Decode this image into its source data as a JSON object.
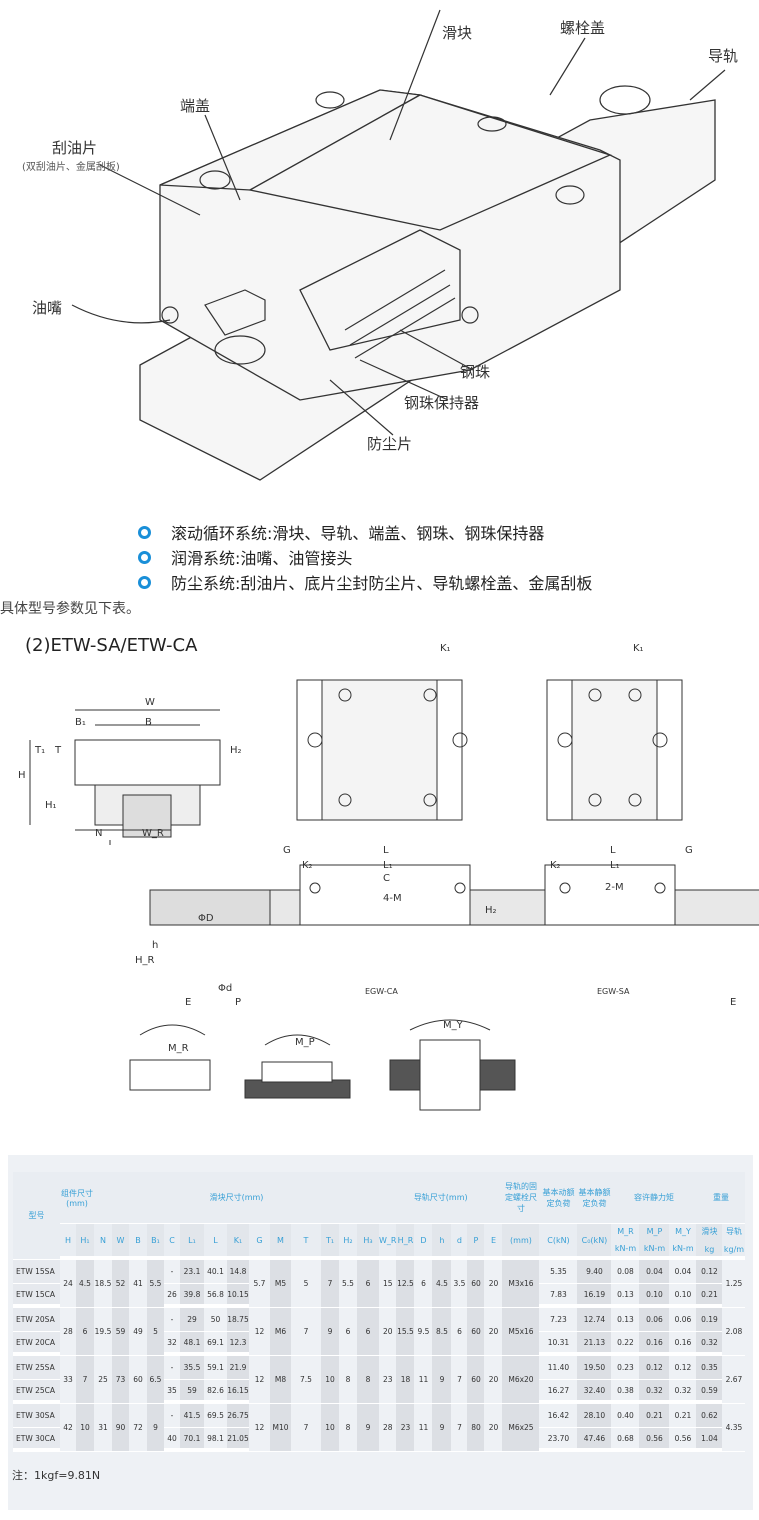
{
  "illustration": {
    "labels": {
      "slider": "滑块",
      "bolt_cap": "螺栓盖",
      "rail": "导轨",
      "end_cap": "端盖",
      "scraper": "刮油片",
      "scraper_note": "(双刮油片、金属刮板)",
      "grease_nipple": "油嘴",
      "balls": "钢珠",
      "ball_retainer": "钢珠保持器",
      "dust_seal": "防尘片"
    }
  },
  "bullets": [
    "滚动循环系统:滑块、导轨、端盖、钢珠、钢珠保持器",
    "润滑系统:油嘴、油管接头",
    "防尘系统:刮油片、底片尘封防尘片、导轨螺栓盖、金属刮板"
  ],
  "intro": "具体型号参数见下表。",
  "section_title": "(2)ETW-SA/ETW-CA",
  "drawing": {
    "W": "W",
    "B": "B",
    "B1": "B₁",
    "T1": "T₁",
    "T": "T",
    "H2": "H₂",
    "H": "H",
    "H1": "H₁",
    "N": "N",
    "WR": "W_R",
    "K1": "K₁",
    "G": "G",
    "K2": "K₂",
    "L": "L",
    "L1": "L₁",
    "C": "C",
    "M4": "4-M",
    "M2": "2-M",
    "H2b": "H₂",
    "PhiD": "ΦD",
    "h": "h",
    "HR": "H_R",
    "Phid": "Φd",
    "E": "E",
    "P": "P",
    "rail_ca": "EGW-CA",
    "rail_sa": "EGW-SA",
    "MR": "M_R",
    "MP": "M_P",
    "MY": "M_Y"
  },
  "table": {
    "group_headers": {
      "model": "型号",
      "assembly": "组件尺寸(mm)",
      "block": "滑块尺寸(mm)",
      "rail": "导轨尺寸(mm)",
      "bolt": "导轨的固定螺栓尺寸",
      "dynamic": "基本动额定负荷",
      "static": "基本静额定负荷",
      "moment": "容许静力矩",
      "weight": "重量"
    },
    "columns": [
      "H",
      "H₁",
      "N",
      "W",
      "B",
      "B₁",
      "C",
      "L₁",
      "L",
      "K₁",
      "G",
      "M",
      "T",
      "T₁",
      "H₂",
      "H₃",
      "W_R",
      "H_R",
      "D",
      "h",
      "d",
      "P",
      "E",
      "(mm)",
      "C(kN)",
      "C₀(kN)",
      "M_R",
      "M_P",
      "M_Y",
      "滑块",
      "导轨"
    ],
    "units": {
      "mr": "kN-m",
      "mp": "kN-m",
      "my": "kN-m",
      "block": "kg",
      "rail": "kg/m"
    },
    "groups": [
      {
        "shared": [
          "24",
          "4.5",
          "18.5",
          "52",
          "41",
          "5.5"
        ],
        "mid": [
          "5.7",
          "M5",
          "5",
          "7",
          "5.5",
          "6",
          "15",
          "12.5",
          "6",
          "4.5",
          "3.5",
          "60",
          "20",
          "M3x16"
        ],
        "rail_kg": "1.25",
        "rows": [
          {
            "model": "ETW 15SA",
            "blk": [
              "-",
              "23.1",
              "40.1",
              "14.8"
            ],
            "load": [
              "5.35",
              "9.40",
              "0.08",
              "0.04",
              "0.04",
              "0.12"
            ]
          },
          {
            "model": "ETW 15CA",
            "blk": [
              "26",
              "39.8",
              "56.8",
              "10.15"
            ],
            "load": [
              "7.83",
              "16.19",
              "0.13",
              "0.10",
              "0.10",
              "0.21"
            ]
          }
        ]
      },
      {
        "shared": [
          "28",
          "6",
          "19.5",
          "59",
          "49",
          "5"
        ],
        "mid": [
          "12",
          "M6",
          "7",
          "9",
          "6",
          "6",
          "20",
          "15.5",
          "9.5",
          "8.5",
          "6",
          "60",
          "20",
          "M5x16"
        ],
        "rail_kg": "2.08",
        "rows": [
          {
            "model": "ETW 20SA",
            "blk": [
              "-",
              "29",
              "50",
              "18.75"
            ],
            "load": [
              "7.23",
              "12.74",
              "0.13",
              "0.06",
              "0.06",
              "0.19"
            ]
          },
          {
            "model": "ETW 20CA",
            "blk": [
              "32",
              "48.1",
              "69.1",
              "12.3"
            ],
            "load": [
              "10.31",
              "21.13",
              "0.22",
              "0.16",
              "0.16",
              "0.32"
            ]
          }
        ]
      },
      {
        "shared": [
          "33",
          "7",
          "25",
          "73",
          "60",
          "6.5"
        ],
        "mid": [
          "12",
          "M8",
          "7.5",
          "10",
          "8",
          "8",
          "23",
          "18",
          "11",
          "9",
          "7",
          "60",
          "20",
          "M6x20"
        ],
        "rail_kg": "2.67",
        "rows": [
          {
            "model": "ETW 25SA",
            "blk": [
              "-",
              "35.5",
              "59.1",
              "21.9"
            ],
            "load": [
              "11.40",
              "19.50",
              "0.23",
              "0.12",
              "0.12",
              "0.35"
            ]
          },
          {
            "model": "ETW 25CA",
            "blk": [
              "35",
              "59",
              "82.6",
              "16.15"
            ],
            "load": [
              "16.27",
              "32.40",
              "0.38",
              "0.32",
              "0.32",
              "0.59"
            ]
          }
        ]
      },
      {
        "shared": [
          "42",
          "10",
          "31",
          "90",
          "72",
          "9"
        ],
        "mid": [
          "12",
          "M10",
          "7",
          "10",
          "8",
          "9",
          "28",
          "23",
          "11",
          "9",
          "7",
          "80",
          "20",
          "M6x25"
        ],
        "rail_kg": "4.35",
        "rows": [
          {
            "model": "ETW 30SA",
            "blk": [
              "-",
              "41.5",
              "69.5",
              "26.75"
            ],
            "load": [
              "16.42",
              "28.10",
              "0.40",
              "0.21",
              "0.21",
              "0.62"
            ]
          },
          {
            "model": "ETW 30CA",
            "blk": [
              "40",
              "70.1",
              "98.1",
              "21.05"
            ],
            "load": [
              "23.70",
              "47.46",
              "0.68",
              "0.56",
              "0.56",
              "1.04"
            ]
          }
        ]
      }
    ]
  },
  "note": "注：1kgf=9.81N",
  "colors": {
    "accent": "#1a8fd8",
    "table_header": "#38a0d6",
    "table_bg": "#eef1f5"
  }
}
